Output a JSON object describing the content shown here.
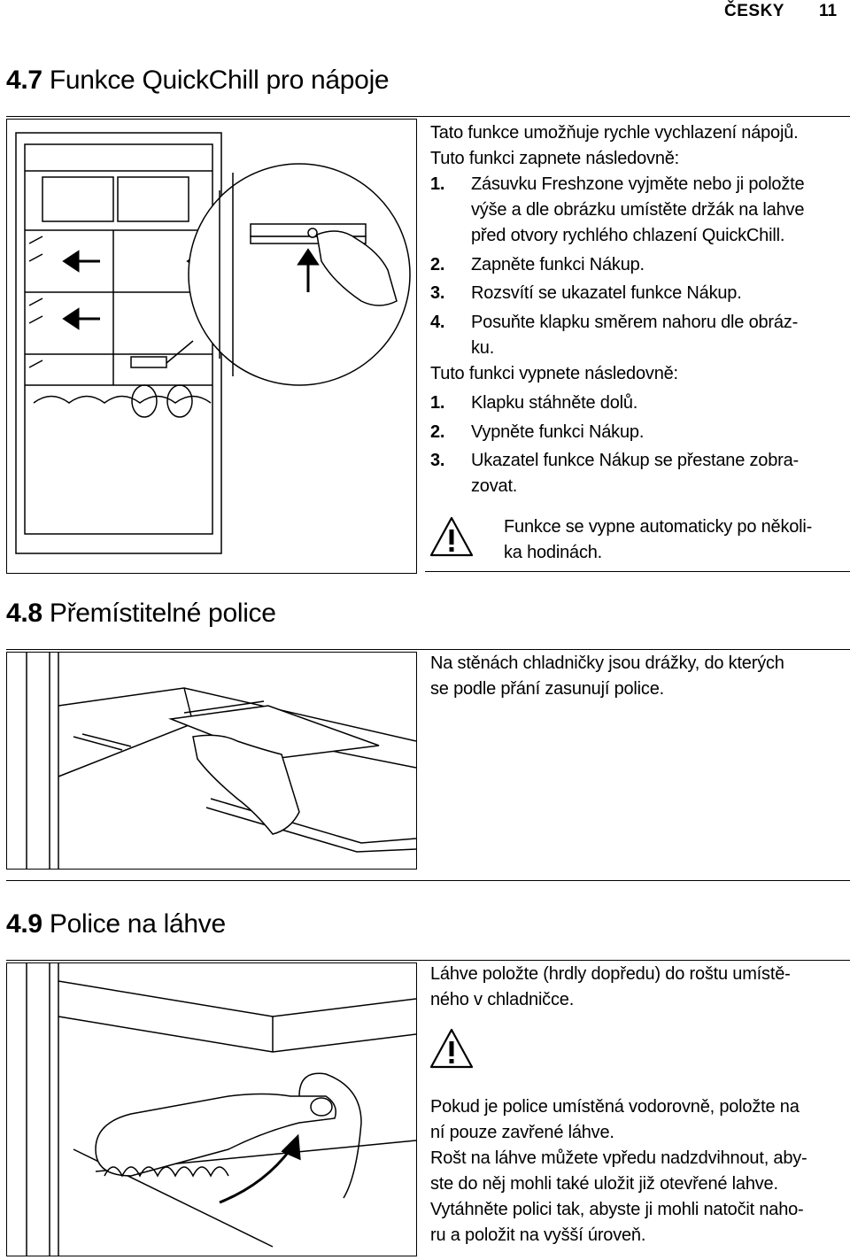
{
  "header": {
    "language": "ČESKY",
    "page_number": "11"
  },
  "sections": [
    {
      "number": "4.7",
      "title": "Funkce QuickChill pro nápoje",
      "intro_1": "Tato funkce umožňuje rychle vychlazení nápojů.",
      "intro_2": "Tuto funkci zapnete následovně:",
      "on_steps": [
        {
          "n": "1.",
          "lines": [
            "Zásuvku Freshzone vyjměte nebo ji položte",
            "výše a dle obrázku umístěte držák na lahve",
            "před otvory rychlého chlazení QuickChill."
          ]
        },
        {
          "n": "2.",
          "lines": [
            "Zapněte funkci Nákup."
          ]
        },
        {
          "n": "3.",
          "lines": [
            "Rozsvítí se ukazatel funkce Nákup."
          ]
        },
        {
          "n": "4.",
          "lines": [
            "Posuňte klapku směrem nahoru dle obráz-",
            "ku."
          ]
        }
      ],
      "off_intro": "Tuto funkci vypnete následovně:",
      "off_steps": [
        {
          "n": "1.",
          "lines": [
            "Klapku stáhněte dolů."
          ]
        },
        {
          "n": "2.",
          "lines": [
            "Vypněte funkci Nákup."
          ]
        },
        {
          "n": "3.",
          "lines": [
            "Ukazatel funkce Nákup se přestane zobra-",
            "zovat."
          ]
        }
      ],
      "warning": [
        "Funkce se vypne automaticky po několi-",
        "ka hodinách."
      ]
    },
    {
      "number": "4.8",
      "title": "Přemístitelné police",
      "text": [
        "Na stěnách chladničky jsou drážky, do kterých",
        "se podle přání zasunují police."
      ]
    },
    {
      "number": "4.9",
      "title": "Police na láhve",
      "text_1": [
        "Láhve položte (hrdly dopředu) do roštu umístě-",
        "ného v chladničce."
      ],
      "text_2": [
        "Pokud je police umístěná vodorovně, položte na",
        "ní pouze zavřené láhve.",
        "Rošt na láhve můžete vpředu nadzdvihnout, aby-",
        "ste do něj mohli také uložit již otevřené lahve.",
        "Vytáhněte polici tak, abyste ji mohli natočit naho-",
        "ru a položit na vyšší úroveň."
      ]
    }
  ]
}
